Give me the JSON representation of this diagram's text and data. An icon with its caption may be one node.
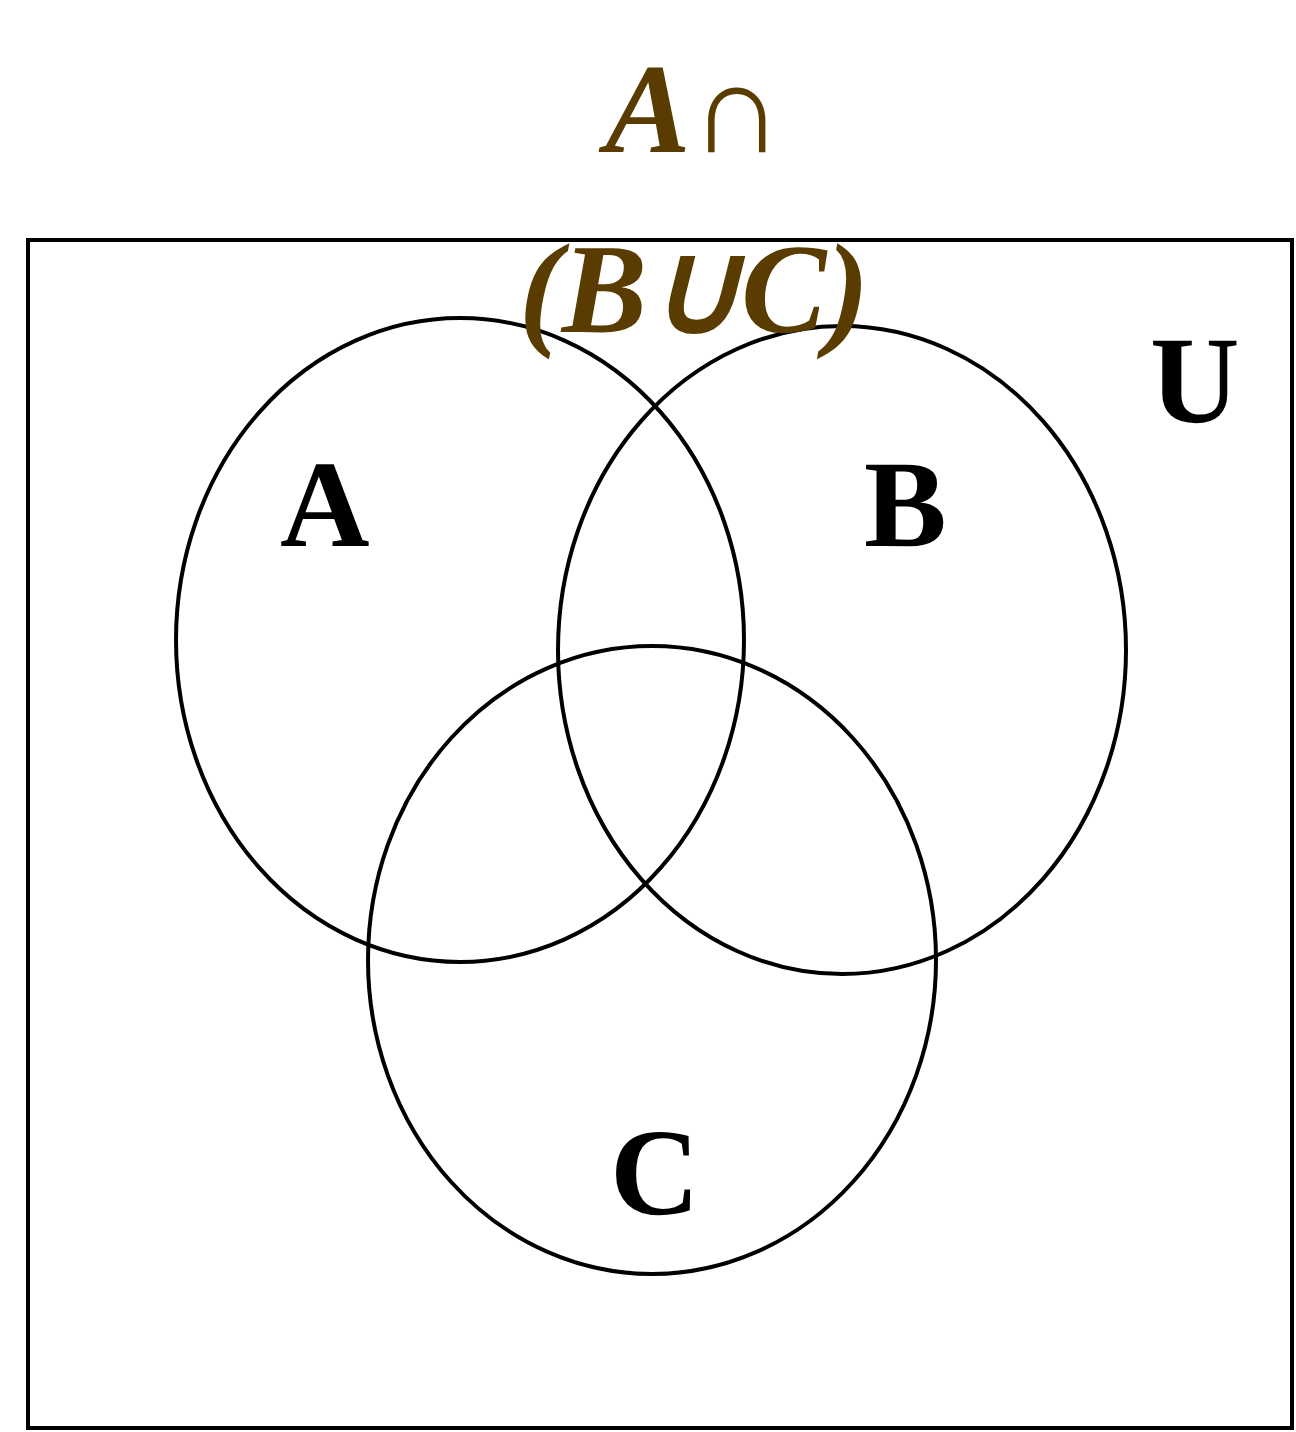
{
  "diagram": {
    "title": "A∩ (B∪C)",
    "nodes": [
      {
        "text": [
          "U"
        ]
      },
      {
        "text": [
          "A"
        ],
        "in": 0
      },
      {
        "text": [
          "B"
        ],
        "in": 0
      },
      {
        "text": [
          "C"
        ],
        "in": 0
      }
    ]
  }
}
